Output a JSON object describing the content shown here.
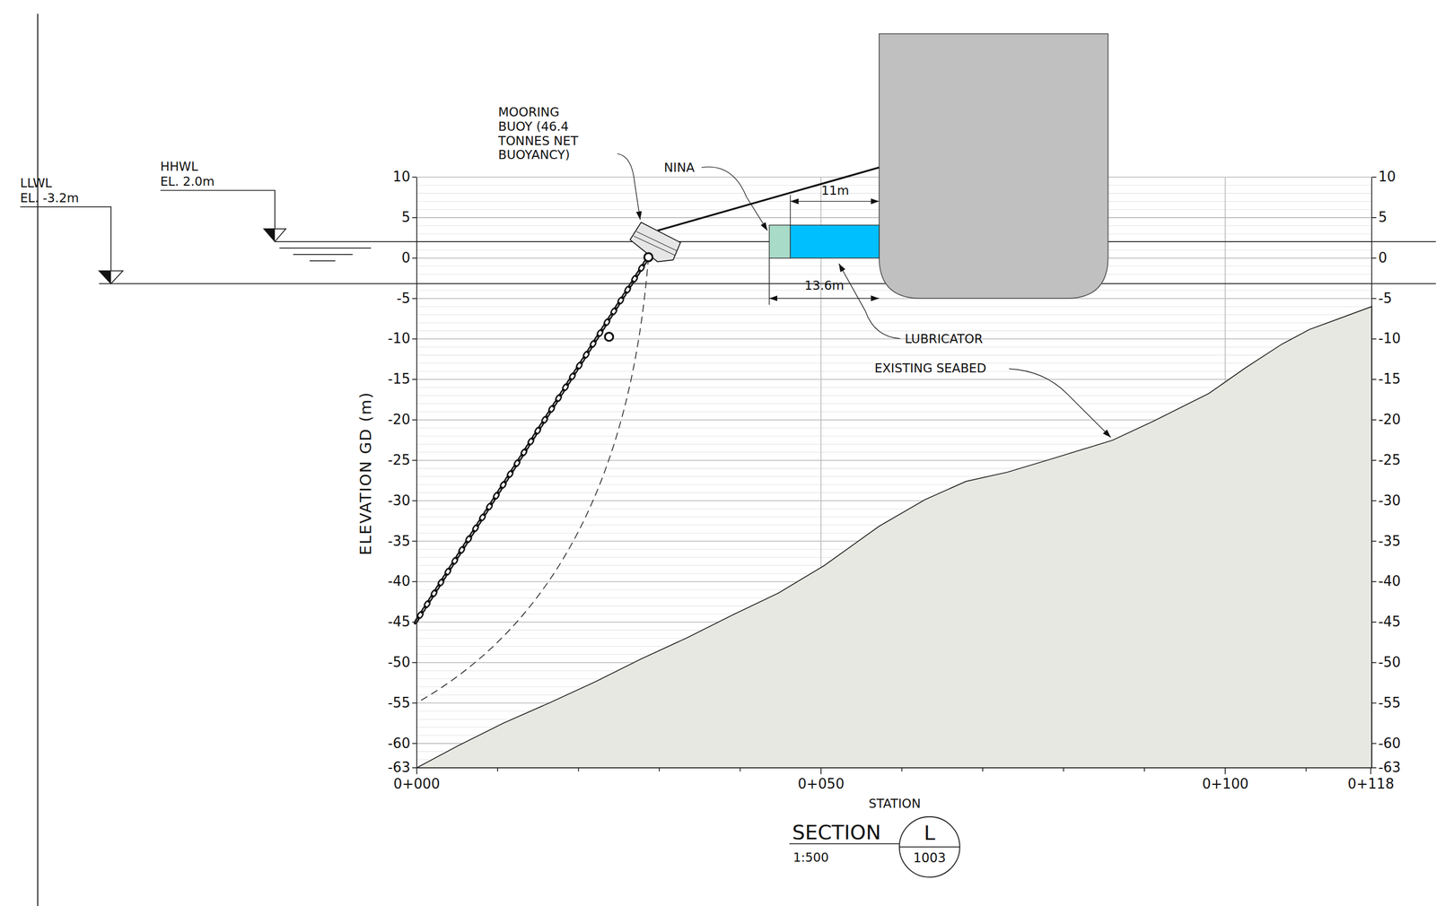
{
  "diagram": {
    "nodes": [
      {
        "text": [
          "L",
          "1003"
        ]
      }
    ],
    "labels": [
      "MOORING BUOY (46.4 TONNES NET BUOYANCY)",
      "NINA",
      "11m",
      "13.6m",
      "LUBRICATOR",
      "EXISTING SEABED",
      "HHWL",
      "EL. 2.0m",
      "LLWL",
      "EL. -3.2m",
      "ELEVATION GD (m)",
      "10",
      "5",
      "0",
      "-5",
      "-10",
      "-15",
      "-20",
      "-25",
      "-30",
      "-35",
      "-40",
      "-45",
      "-50",
      "-55",
      "-60",
      "-63",
      "10",
      "5",
      "0",
      "-5",
      "-10",
      "-15",
      "-20",
      "-25",
      "-30",
      "-35",
      "-40",
      "-45",
      "-50",
      "-55",
      "-60",
      "-63",
      "0+000",
      "0+050",
      "0+100",
      "0+118",
      "STATION",
      "SECTION",
      "1:500"
    ]
  }
}
